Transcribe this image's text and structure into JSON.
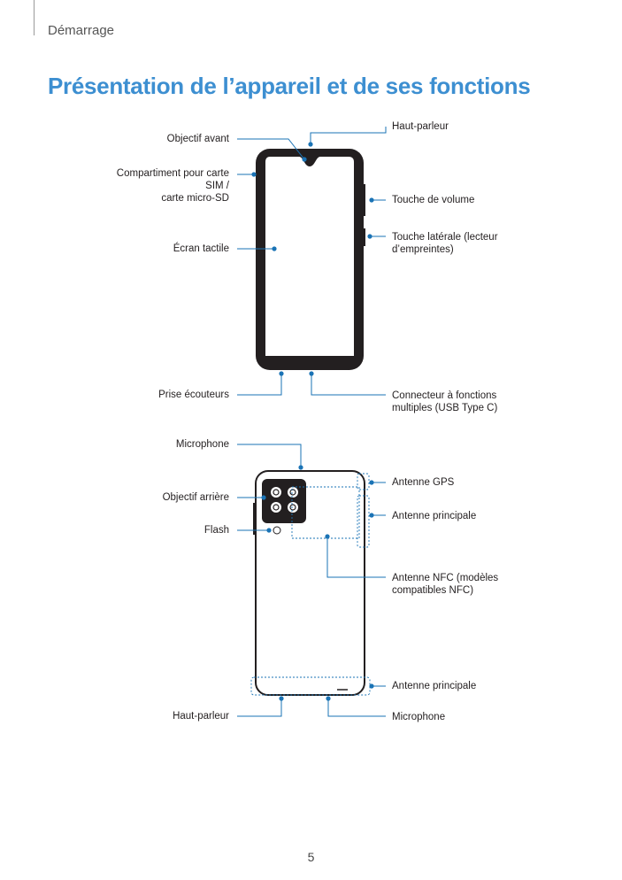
{
  "header": {
    "section": "Démarrage"
  },
  "title": "Présentation de l’appareil et de ses fonctions",
  "front_labels": {
    "objectif_avant": "Objectif avant",
    "compartiment": [
      "Compartiment pour carte",
      "SIM /",
      "carte micro-SD"
    ],
    "ecran_tactile": "Écran tactile",
    "prise_ecouteurs": "Prise écouteurs",
    "haut_parleur": "Haut-parleur",
    "touche_volume": "Touche de volume",
    "touche_laterale": [
      "Touche latérale (lecteur",
      "d’empreintes)"
    ],
    "connecteur": [
      "Connecteur à fonctions",
      "multiples (USB Type C)"
    ]
  },
  "back_labels": {
    "microphone_top": "Microphone",
    "objectif_arriere": "Objectif arrière",
    "flash": "Flash",
    "haut_parleur": "Haut-parleur",
    "antenne_gps": "Antenne GPS",
    "antenne_principale_1": "Antenne principale",
    "antenne_nfc": [
      "Antenne NFC (modèles",
      "compatibles NFC)"
    ],
    "antenne_principale_2": "Antenne principale",
    "microphone_bottom": "Microphone"
  },
  "colors": {
    "title": "#3d8fd1",
    "callout": "#1a73b5",
    "phone": "#231f20"
  },
  "footer": {
    "page_number": "5"
  }
}
